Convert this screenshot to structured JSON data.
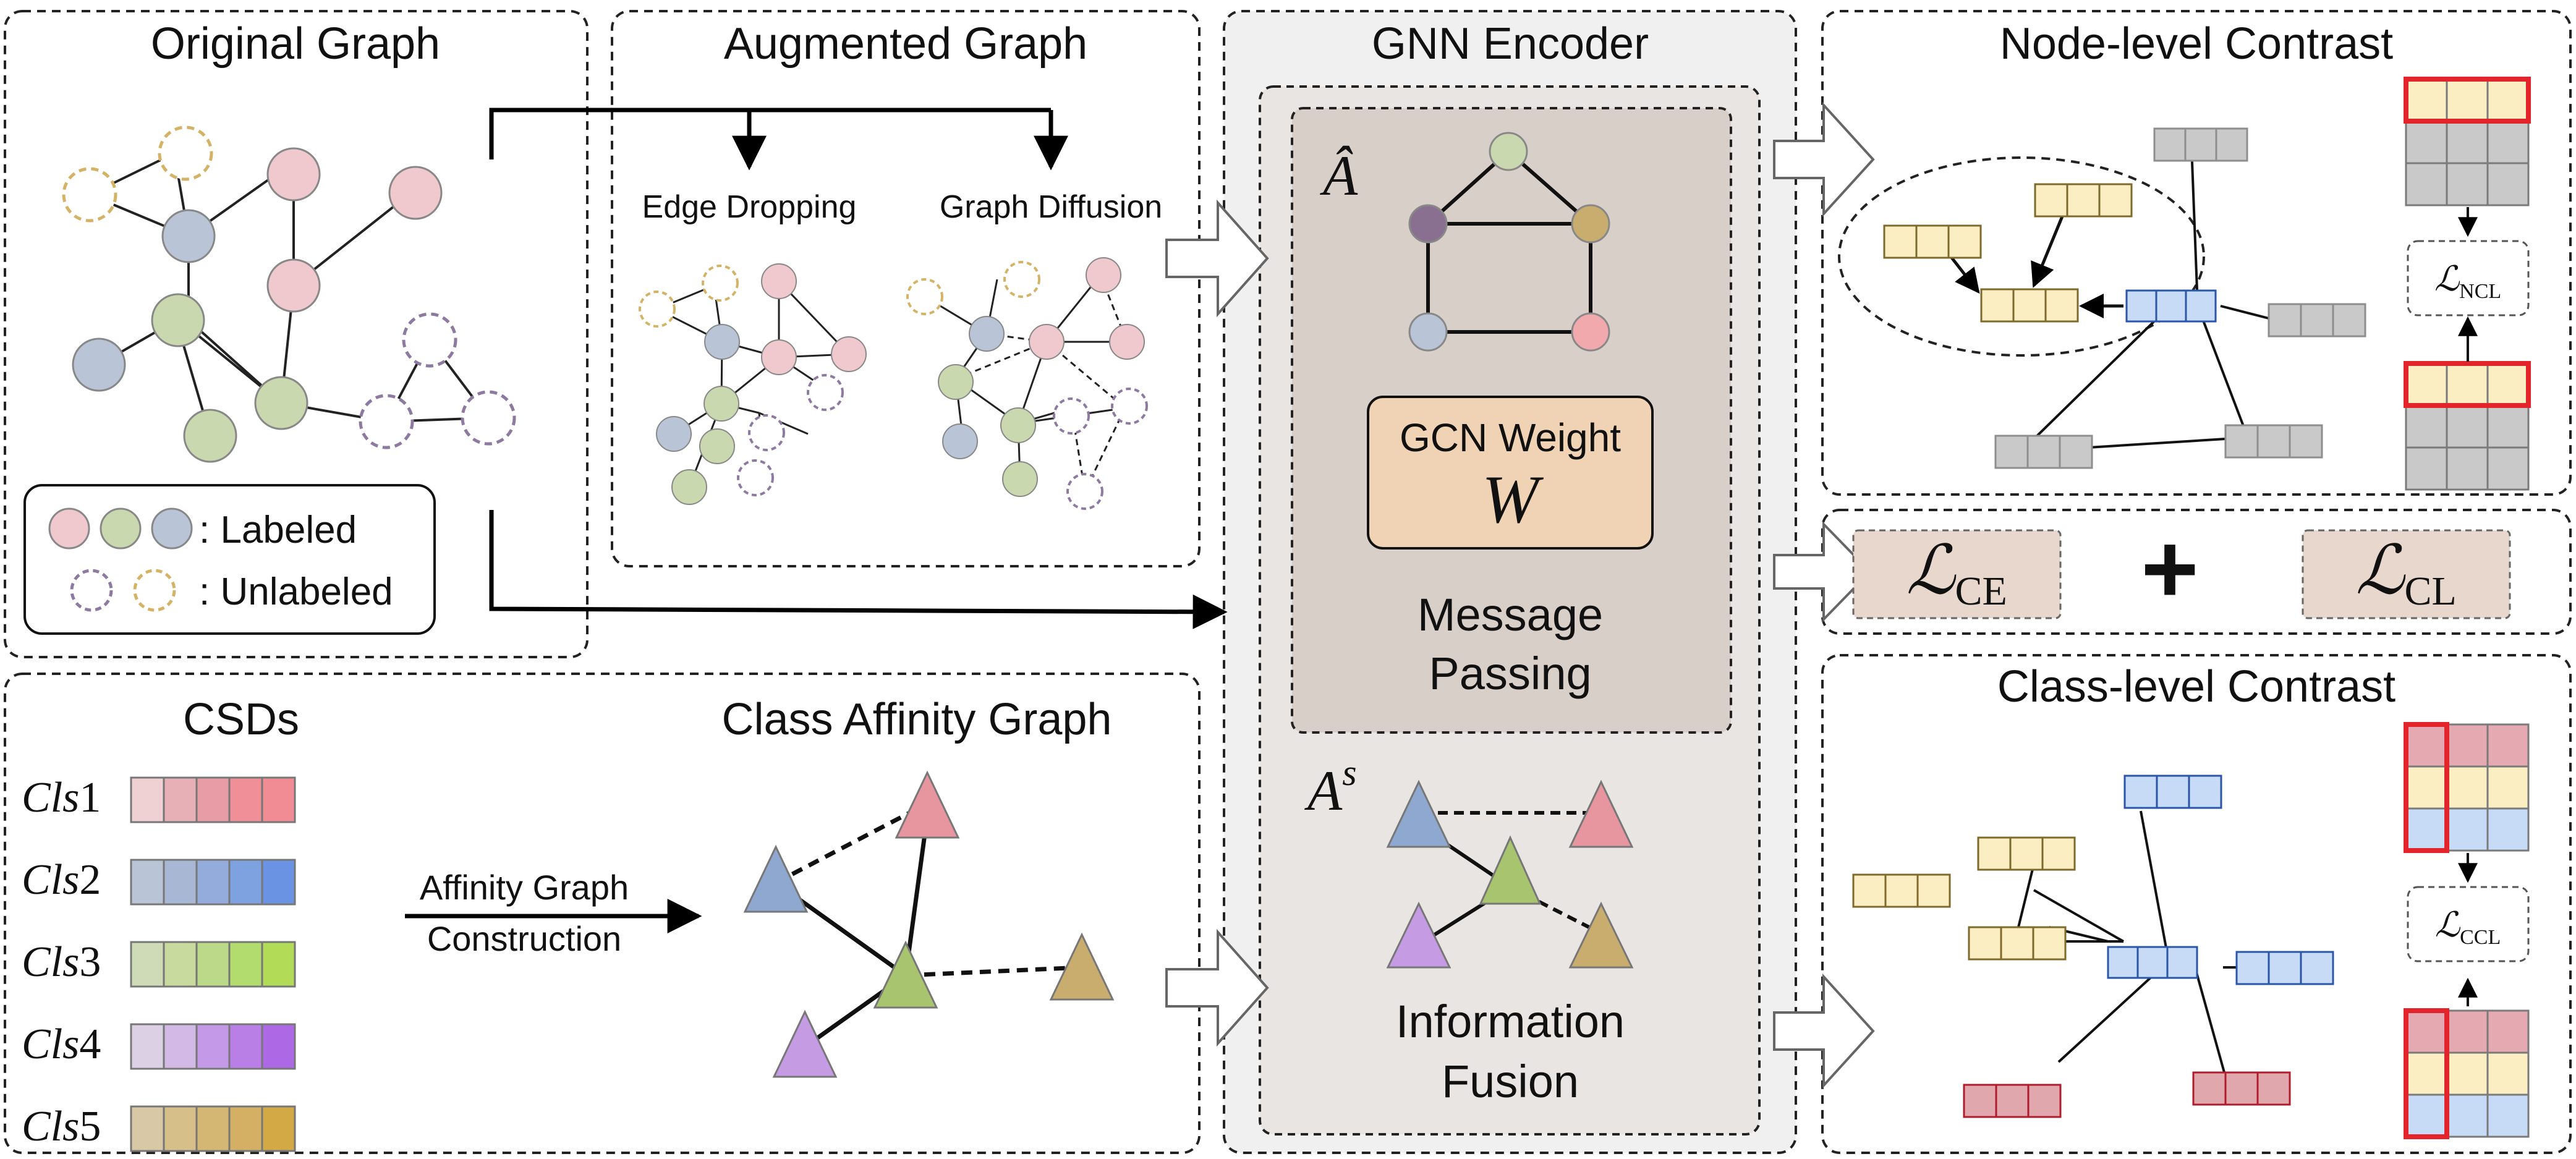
{
  "panels": {
    "original_graph": "Original Graph",
    "augmented_graph": "Augmented Graph",
    "gnn_encoder": "GNN Encoder",
    "node_level_contrast": "Node-level Contrast",
    "class_level_contrast": "Class-level Contrast",
    "csds": "CSDs",
    "class_affinity_graph": "Class Affinity Graph"
  },
  "augmentations": {
    "edge_dropping": "Edge Dropping",
    "graph_diffusion": "Graph Diffusion"
  },
  "legend": {
    "labeled": ": Labeled",
    "unlabeled": ": Unlabeled"
  },
  "encoder": {
    "a_hat": "Â",
    "gcn_weight": "GCN Weight",
    "w": "W",
    "message_passing": [
      "Message",
      "Passing"
    ],
    "a_s_base": "A",
    "a_s_sup": "s",
    "information_fusion": [
      "Information",
      "Fusion"
    ]
  },
  "affinity_construction": [
    "Affinity Graph",
    "Construction"
  ],
  "csd_rows": [
    {
      "label_base": "Cls",
      "label_num": "1",
      "colors": [
        "#efd1d3",
        "#e6b0b6",
        "#e89ca5",
        "#f08f98",
        "#f28c94"
      ]
    },
    {
      "label_base": "Cls",
      "label_num": "2",
      "colors": [
        "#b9c4d6",
        "#a8b8d4",
        "#93acdb",
        "#7ea1e0",
        "#6a94e3"
      ]
    },
    {
      "label_base": "Cls",
      "label_num": "3",
      "colors": [
        "#cfdbb6",
        "#c8da9e",
        "#bcd98a",
        "#b3dc6f",
        "#b2dc57"
      ]
    },
    {
      "label_base": "Cls",
      "label_num": "4",
      "colors": [
        "#dcd0e4",
        "#d3b9e6",
        "#c49ae8",
        "#b97fe7",
        "#ad68e6"
      ]
    },
    {
      "label_base": "Cls",
      "label_num": "5",
      "colors": [
        "#d8c8a6",
        "#d6bf88",
        "#d4b772",
        "#d3b063",
        "#d2a944"
      ]
    }
  ],
  "losses": {
    "ce_main": "ℒ",
    "ce_sub": "CE",
    "plus": "+",
    "cl_main": "ℒ",
    "cl_sub": "CL",
    "ncl_main": "ℒ",
    "ncl_sub": "NCL",
    "ccl_main": "ℒ",
    "ccl_sub": "CCL"
  },
  "colors": {
    "node_pink": "#efc9cd",
    "node_green": "#c9d8ae",
    "node_blue": "#b9c4d6",
    "unlabeled_purple": "#8e7aa0",
    "unlabeled_gold": "#d4b367",
    "feature_yellow": "#fbeec3",
    "feature_blue": "#c7dbf7",
    "feature_red": "#e0a7ad",
    "feature_gray": "#c9c9c9",
    "highlight_red": "#e3242b",
    "encoder_fill": "#d9cfc9",
    "gcn_weight_fill": "#efd3b4",
    "loss_fill": "#e8d7cc"
  }
}
